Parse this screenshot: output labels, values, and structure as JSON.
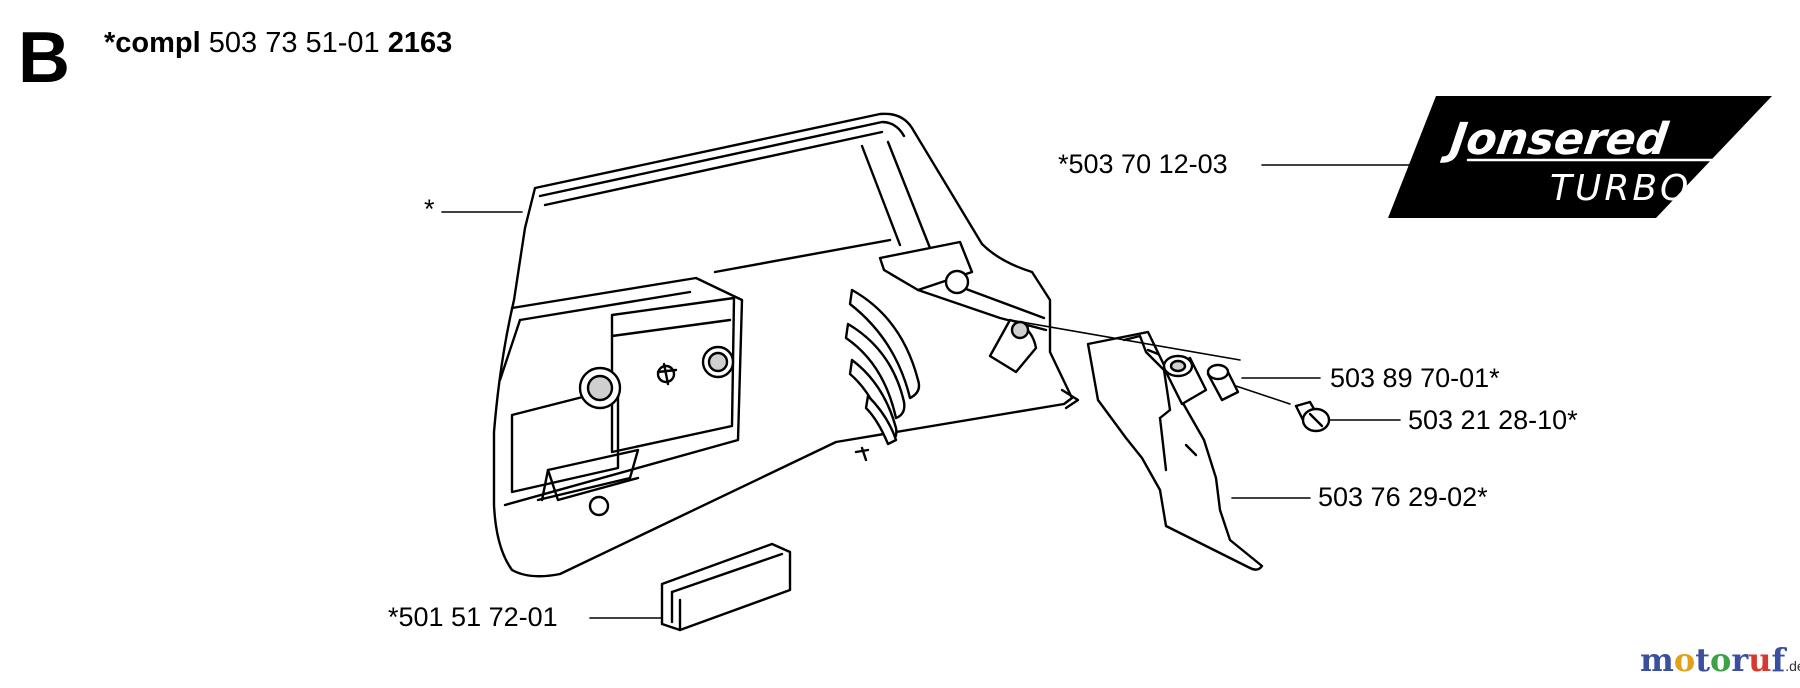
{
  "section": {
    "letter": "B"
  },
  "header": {
    "prefix": "*compl",
    "part_number": "503 73 51-01",
    "page_code": "2163"
  },
  "callouts": {
    "housing": "*",
    "decal": "*503 70 12-03",
    "sleeve": "503 89 70-01*",
    "screw": "503 21 28-10*",
    "guard_plate": "503 76 29-02*",
    "pad": "*501 51 72-01"
  },
  "logo": {
    "brand": "Jonsered",
    "model": "TURBO"
  },
  "watermark": {
    "letters": [
      "m",
      "o",
      "t",
      "o",
      "r",
      "u",
      "f"
    ],
    "letter_colors": [
      "#3a4fa0",
      "#e0a21a",
      "#3a4fa0",
      "#3fa04a",
      "#3a4fa0",
      "#d63a2e",
      "#3a4fa0"
    ],
    "tld": ".de"
  }
}
